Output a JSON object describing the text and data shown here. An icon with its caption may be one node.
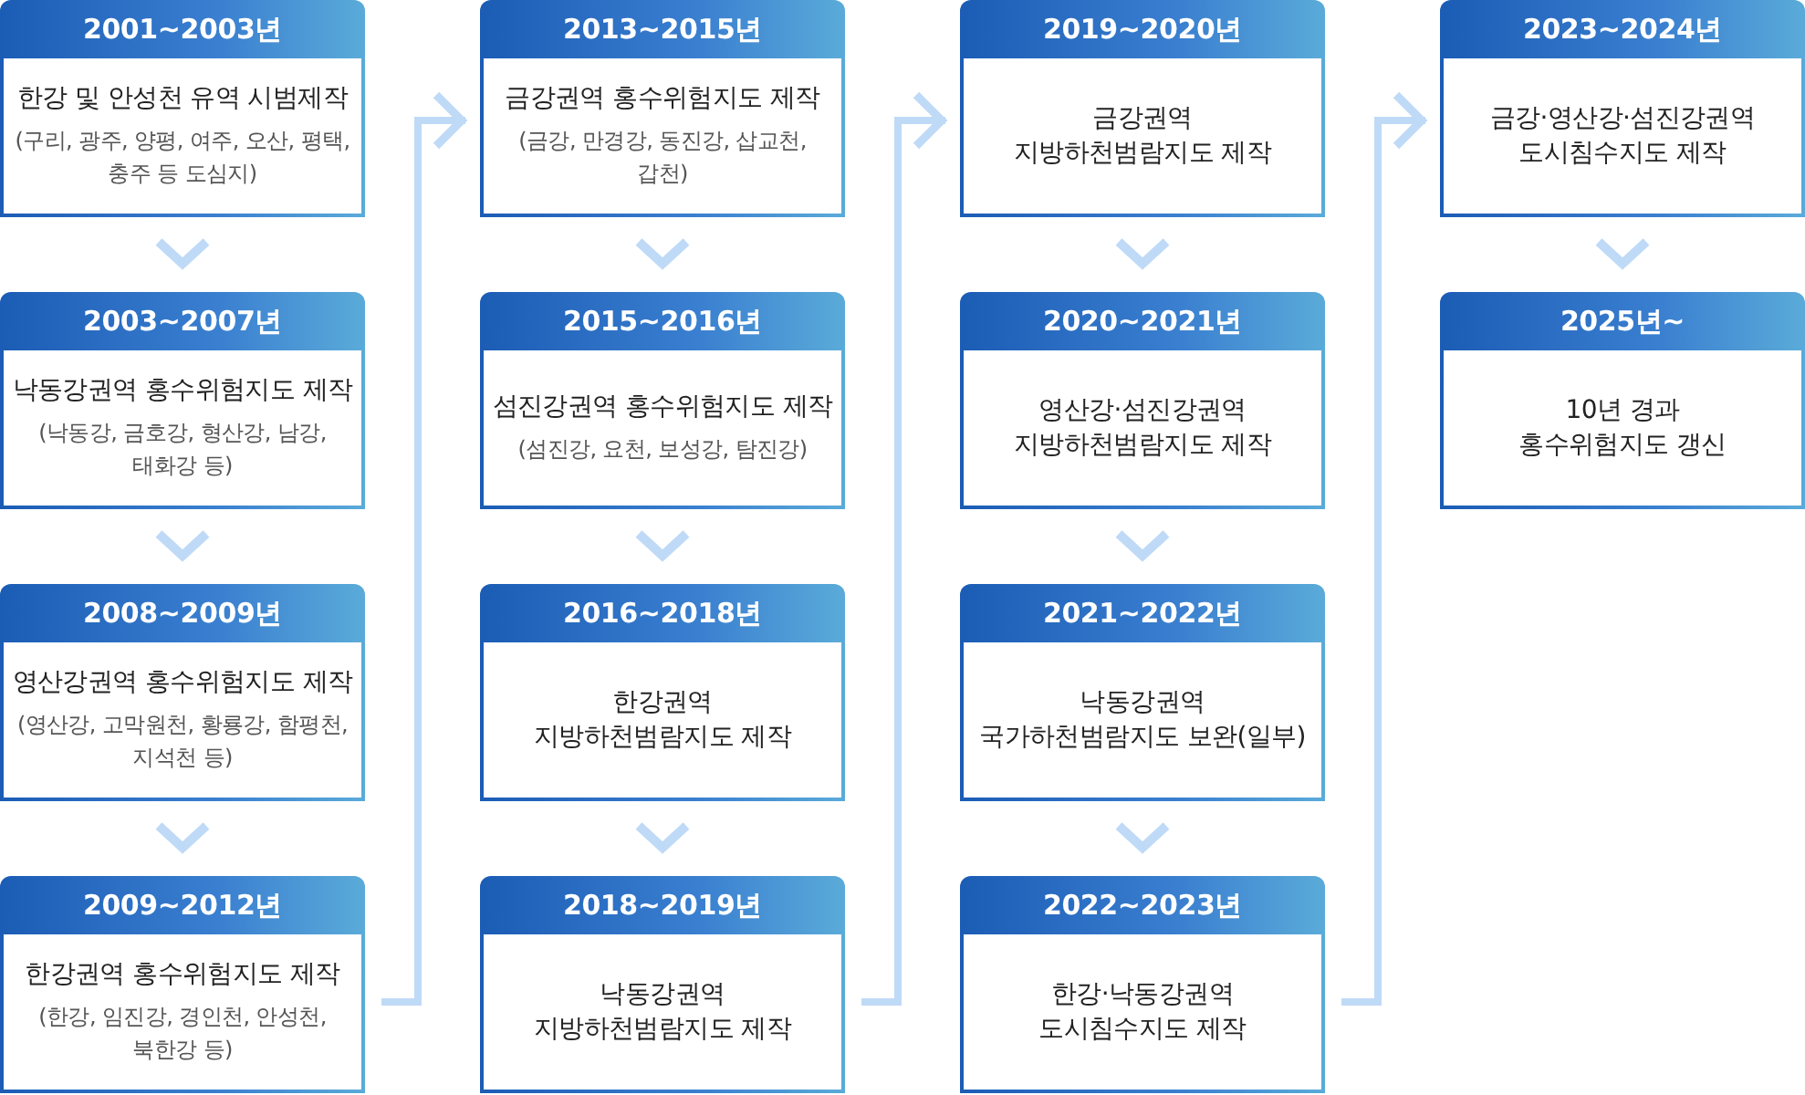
{
  "diagram": {
    "nodes": [
      {
        "text": [
          "2001~2003년",
          "한강 및 안성천 유역 시범제작",
          "(구리, 광주, 양평, 여주, 오산, 평택, 충주 등 도심지)"
        ]
      },
      {
        "text": [
          "2003~2007년",
          "낙동강권역 홍수위험지도 제작",
          "(낙동강, 금호강, 형산강, 남강, 태화강 등)"
        ]
      },
      {
        "text": [
          "2008~2009년",
          "영산강권역 홍수위험지도 제작",
          "(영산강, 고막원천, 황룡강, 함평천, 지석천 등)"
        ]
      },
      {
        "text": [
          "2009~2012년",
          "한강권역 홍수위험지도 제작",
          "(한강, 임진강, 경인천, 안성천, 북한강 등)"
        ]
      },
      {
        "text": [
          "2013~2015년",
          "금강권역 홍수위험지도 제작",
          "(금강, 만경강, 동진강, 삽교천, 갑천)"
        ]
      },
      {
        "text": [
          "2015~2016년",
          "섬진강권역 홍수위험지도 제작",
          "(섬진강, 요천, 보성강, 탐진강)"
        ]
      },
      {
        "text": [
          "2016~2018년",
          "한강권역 지방하천범람지도 제작"
        ]
      },
      {
        "text": [
          "2018~2019년",
          "낙동강권역 지방하천범람지도 제작"
        ]
      },
      {
        "text": [
          "2019~2020년",
          "금강권역 지방하천범람지도 제작"
        ]
      },
      {
        "text": [
          "2020~2021년",
          "영산강·섬진강권역 지방하천범람지도 제작"
        ]
      },
      {
        "text": [
          "2021~2022년",
          "낙동강권역 국가하천범람지도 보완(일부)"
        ]
      },
      {
        "text": [
          "2022~2023년",
          "한강·낙동강권역 도시침수지도 제작"
        ]
      },
      {
        "text": [
          "2023~2024년",
          "금강·영산강·섬진강권역 도시침수지도 제작"
        ]
      },
      {
        "text": [
          "2025년~",
          "10년 경과 홍수위험지도 갱신"
        ]
      }
    ],
    "edges": [
      {
        "from": 0,
        "to": 1,
        "arrow": "to"
      },
      {
        "from": 1,
        "to": 2,
        "arrow": "to"
      },
      {
        "from": 2,
        "to": 3,
        "arrow": "to"
      },
      {
        "from": 3,
        "to": 4,
        "arrow": "to"
      },
      {
        "from": 4,
        "to": 5,
        "arrow": "to"
      },
      {
        "from": 5,
        "to": 6,
        "arrow": "to"
      },
      {
        "from": 6,
        "to": 7,
        "arrow": "to"
      },
      {
        "from": 7,
        "to": 8,
        "arrow": "to"
      },
      {
        "from": 8,
        "to": 9,
        "arrow": "to"
      },
      {
        "from": 9,
        "to": 10,
        "arrow": "to"
      },
      {
        "from": 10,
        "to": 11,
        "arrow": "to"
      },
      {
        "from": 11,
        "to": 12,
        "arrow": "to"
      },
      {
        "from": 12,
        "to": 13,
        "arrow": "to"
      }
    ]
  }
}
